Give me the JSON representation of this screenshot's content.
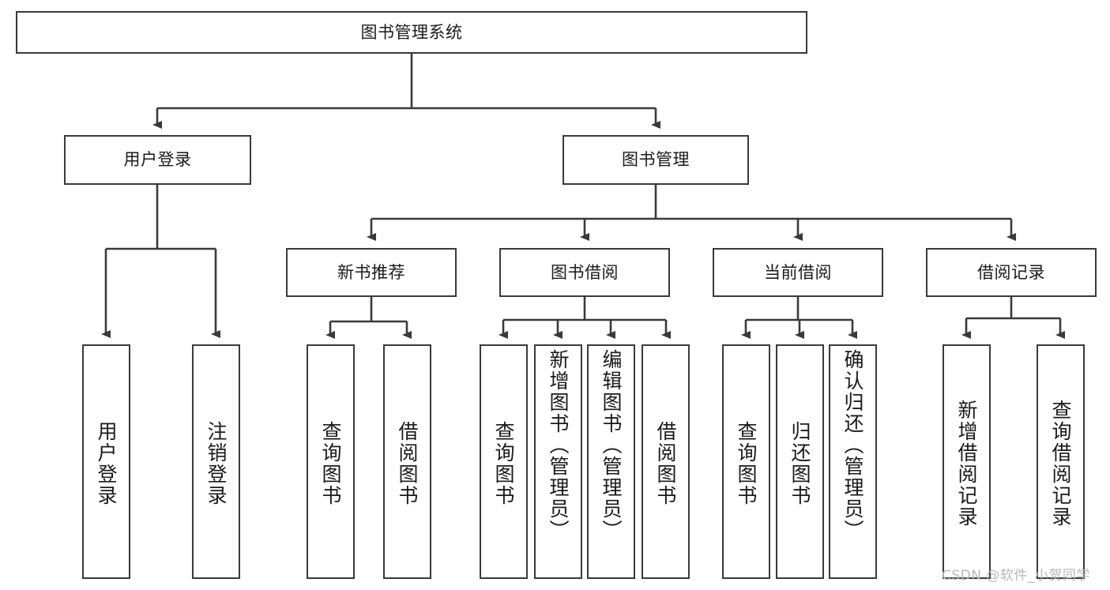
{
  "diagram": {
    "type": "tree-hierarchy",
    "title": "图书管理系统",
    "root": {
      "label": "图书管理系统"
    },
    "level2": [
      {
        "label": "用户登录"
      },
      {
        "label": "图书管理"
      }
    ],
    "level3": [
      {
        "label": "新书推荐"
      },
      {
        "label": "图书借阅"
      },
      {
        "label": "当前借阅"
      },
      {
        "label": "借阅记录"
      }
    ],
    "leaves": {
      "user_login": [
        {
          "label": "用户登录"
        },
        {
          "label": "注销登录"
        }
      ],
      "new_book_recommend": [
        {
          "label": "查询图书"
        },
        {
          "label": "借阅图书"
        }
      ],
      "book_borrow": [
        {
          "label": "查询图书"
        },
        {
          "label": "新增图书（管理员）"
        },
        {
          "label": "编辑图书（管理员）"
        },
        {
          "label": "借阅图书"
        }
      ],
      "current_borrow": [
        {
          "label": "查询图书"
        },
        {
          "label": "归还图书"
        },
        {
          "label": "确认归还（管理员）"
        }
      ],
      "borrow_record": [
        {
          "label": "新增借阅记录"
        },
        {
          "label": "查询借阅记录"
        }
      ]
    },
    "colors": {
      "stroke": "#3a3a3a",
      "fill": "#ffffff",
      "text": "#1a1a1a",
      "watermark": "#b9b9b9"
    }
  },
  "watermark": {
    "text": "CSDN @软件_小贺同学"
  }
}
